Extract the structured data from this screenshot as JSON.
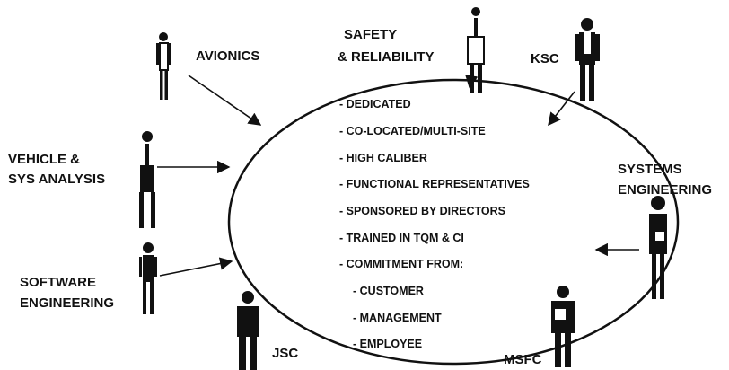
{
  "colors": {
    "ink": "#111111",
    "background": "#ffffff"
  },
  "teams": {
    "avionics": "AVIONICS",
    "safety": [
      "SAFETY",
      "& RELIABILITY"
    ],
    "ksc": "KSC",
    "vehicle": [
      "VEHICLE &",
      "SYS ANALYSIS"
    ],
    "systems": [
      "SYSTEMS",
      "ENGINEERING"
    ],
    "software": [
      "SOFTWARE",
      "ENGINEERING"
    ],
    "jsc": "JSC",
    "msfc": "MSFC"
  },
  "center_items": [
    "- DEDICATED",
    "- CO-LOCATED/MULTI-SITE",
    "- HIGH CALIBER",
    "- FUNCTIONAL REPRESENTATIVES",
    "- SPONSORED BY DIRECTORS",
    "- TRAINED IN TQM  & CI",
    "- COMMITMENT FROM:",
    "- CUSTOMER",
    "- MANAGEMENT",
    "- EMPLOYEE"
  ]
}
